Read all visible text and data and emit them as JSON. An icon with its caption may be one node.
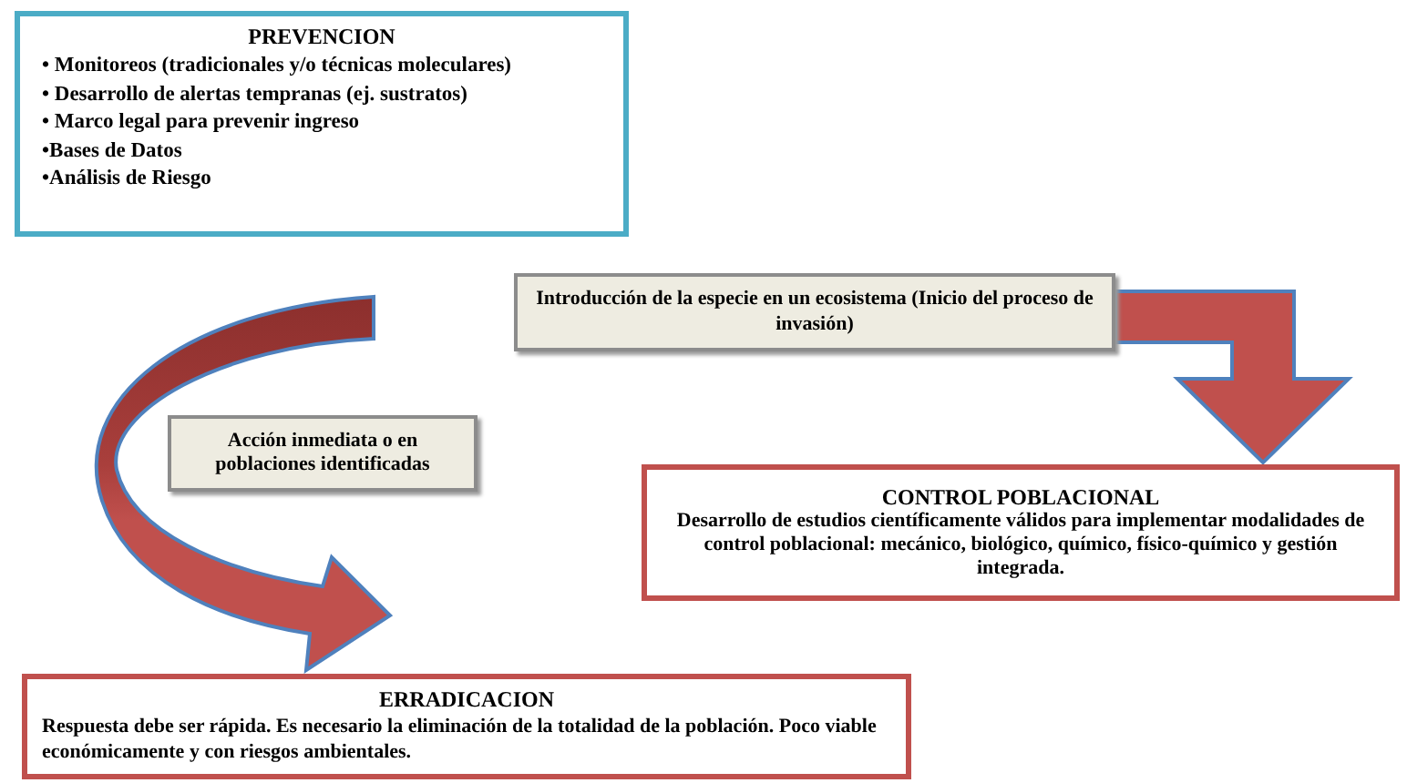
{
  "diagram": {
    "nodes": [
      {
        "text": [
          "PREVENCION",
          "• Monitoreos (tradicionales y/o técnicas moleculares)",
          "• Desarrollo de alertas tempranas (ej. sustratos)",
          "• Marco legal para prevenir ingreso",
          "•Bases de Datos",
          "•Análisis de Riesgo"
        ]
      },
      {
        "text": [
          "Introducción de la especie en un ecosistema (Inicio del proceso de invasión)"
        ]
      },
      {
        "text": [
          "Acción inmediata o en poblaciones identificadas"
        ]
      },
      {
        "text": [
          "CONTROL POBLACIONAL",
          "Desarrollo de estudios científicamente válidos para implementar modalidades de control poblacional: mecánico, biológico, químico, físico-químico y gestión integrada."
        ]
      },
      {
        "text": [
          "ERRADICACION",
          "Respuesta debe ser rápida. Es necesario la eliminación de la totalidad de la población. Poco viable económicamente y con riesgos ambientales."
        ]
      }
    ],
    "edges": [
      {
        "from": 1,
        "to": 3,
        "arrow": "to",
        "style": "thick"
      },
      {
        "from": null,
        "to": 4,
        "arrow": "to",
        "style": "thick"
      }
    ]
  }
}
